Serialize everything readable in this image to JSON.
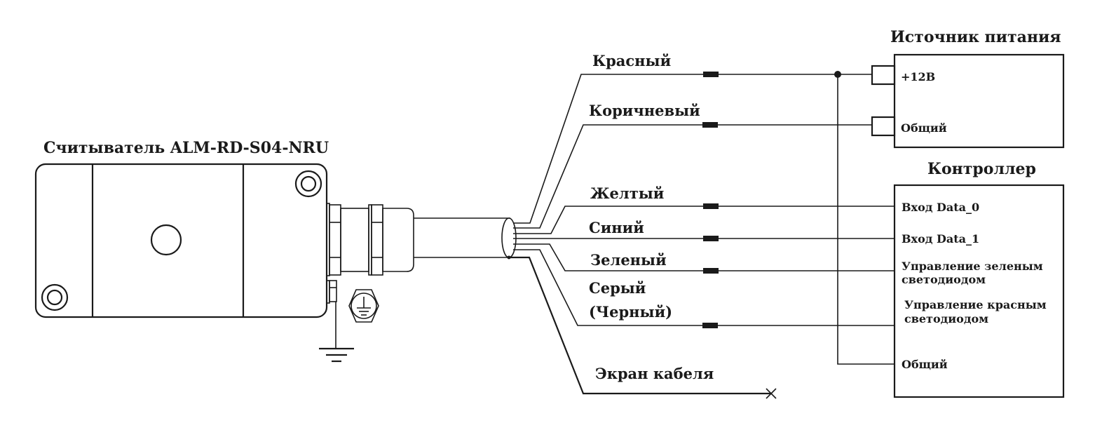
{
  "reader": {
    "title": "Считыватель ALM-RD-S04-NRU"
  },
  "power_supply": {
    "title": "Источник питания",
    "pins": [
      "+12В",
      "Общий"
    ]
  },
  "controller": {
    "title": "Контроллер",
    "pins": [
      {
        "line1": "Вход Data_0"
      },
      {
        "line1": "Вход Data_1"
      },
      {
        "line1": "Управление зеленым",
        "line2": "светодиодом"
      },
      {
        "line1": "Управление красным",
        "line2": "светодиодом"
      },
      {
        "line1": "Общий"
      }
    ]
  },
  "wires": [
    {
      "label": "Красный",
      "connects_to": "+12В"
    },
    {
      "label": "Коричневый",
      "connects_to": "Общий"
    },
    {
      "label": "Желтый",
      "connects_to": "Вход Data_0"
    },
    {
      "label": "Синий",
      "connects_to": "Вход Data_1"
    },
    {
      "label": "Зеленый",
      "connects_to": "Управление зеленым светодиодом"
    },
    {
      "label": "Серый",
      "label2": "(Черный)",
      "connects_to": "Управление красным светодиодом"
    }
  ],
  "shield": {
    "label": "Экран кабеля"
  },
  "colors": {
    "line": "#1a1a1a",
    "background": "#ffffff"
  }
}
